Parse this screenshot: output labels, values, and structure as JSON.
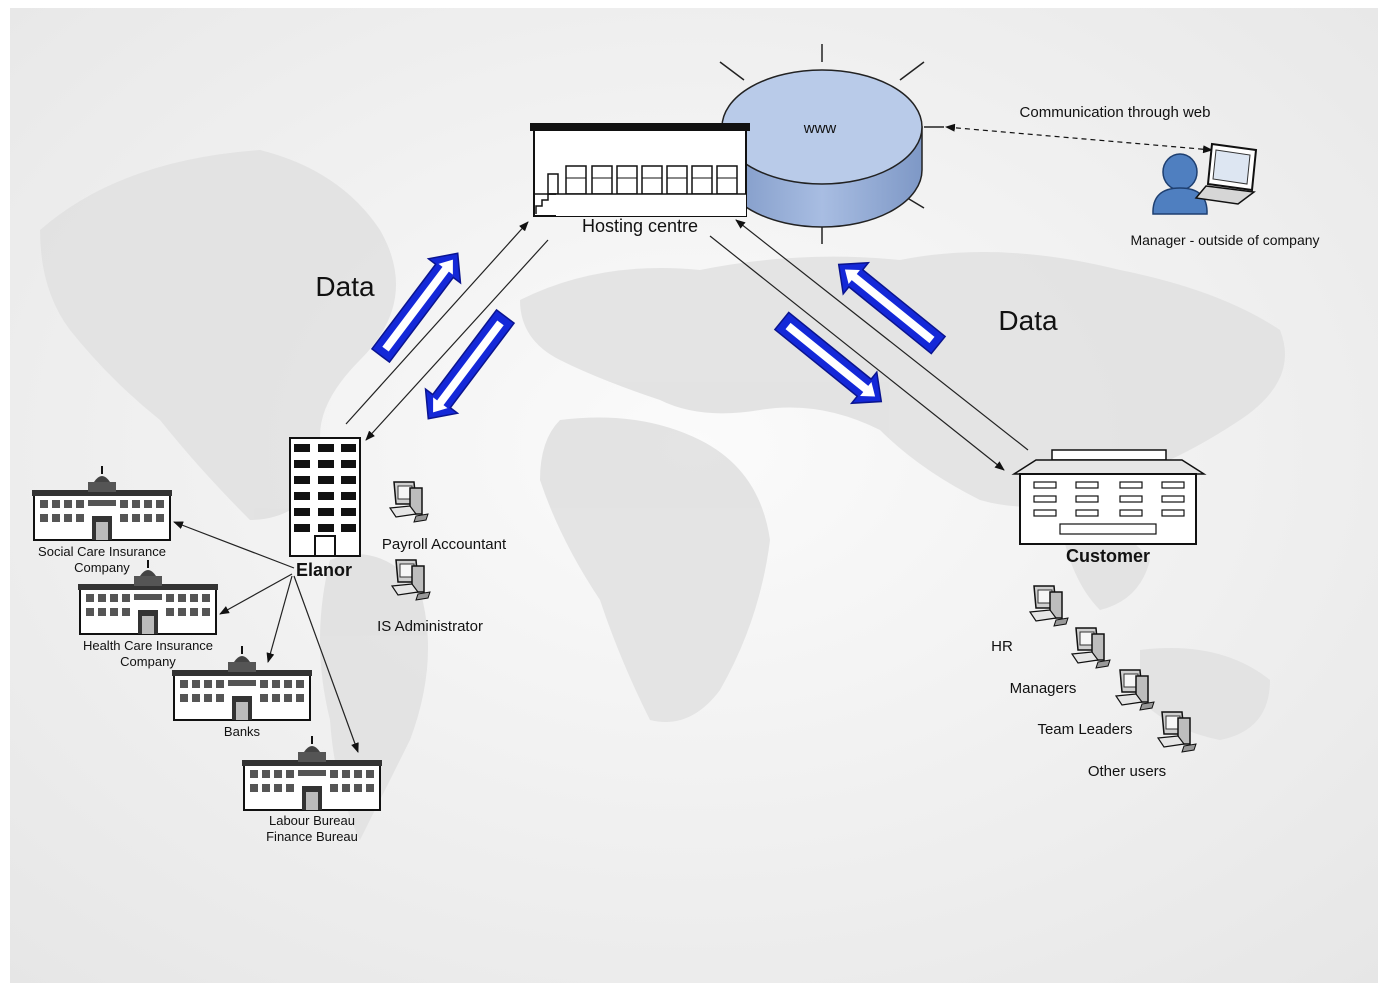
{
  "labels": {
    "www": "www",
    "communication": "Communication through web",
    "manager_outside": "Manager - outside of company",
    "hosting_centre": "Hosting centre",
    "data_left": "Data",
    "data_right": "Data",
    "elanor": "Elanor",
    "payroll_accountant": "Payroll Accountant",
    "is_administrator": "IS Administrator",
    "customer": "Customer",
    "hr": "HR",
    "managers": "Managers",
    "team_leaders": "Team Leaders",
    "other_users": "Other users",
    "social_care_1": "Social Care Insurance",
    "social_care_2": "Company",
    "health_care_1": "Health Care Insurance",
    "health_care_2": "Company",
    "banks": "Banks",
    "labour_bureau": "Labour Bureau",
    "finance_bureau": "Finance Bureau"
  },
  "colors": {
    "arrow_blue": "#1428d8",
    "cylinder_top": "#b7c8e6",
    "cylinder_side": "#8aa4d0",
    "map_land": "#e3e3e3",
    "background": "#f2f2f2"
  }
}
